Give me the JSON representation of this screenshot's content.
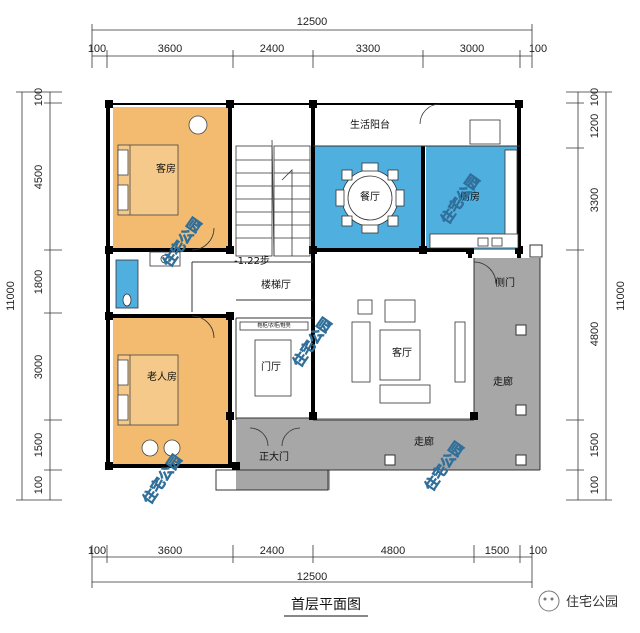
{
  "plan_title": "首层平面图",
  "brand_name": "住宅公园",
  "watermark_text": "住宅公园",
  "colors": {
    "bedroom": "#f2bb70",
    "kitchen_dining": "#4fb0e0",
    "corridor": "#a7a7a7",
    "wall": "#000000",
    "line": "#333333"
  },
  "dims": {
    "top_total": "12500",
    "top_segments": [
      "100",
      "3600",
      "2400",
      "3300",
      "3000",
      "100"
    ],
    "bottom_segments": [
      "100",
      "3600",
      "2400",
      "4800",
      "1500",
      "100"
    ],
    "bottom_total": "12500",
    "left_total": "11000",
    "left_segments": [
      "100",
      "4500",
      "1800",
      "3000",
      "1500",
      "100"
    ],
    "right_total": "11000",
    "right_segments": [
      "100",
      "1200",
      "3300",
      "4800",
      "1500",
      "100"
    ]
  },
  "rooms": {
    "guest_room": "客房",
    "balcony": "生活阳台",
    "dining": "餐厅",
    "kitchen": "厨房",
    "stair_hall": "楼梯厅",
    "stair_level": "-1.22步",
    "living": "客厅",
    "side_door": "侧门",
    "foyer": "门厅",
    "elder_room": "老人房",
    "porch_right": "走廊",
    "porch_front": "走廊",
    "main_door": "正大门",
    "shoe_cabinet": "鞋柜/衣柜/鞋凳"
  }
}
